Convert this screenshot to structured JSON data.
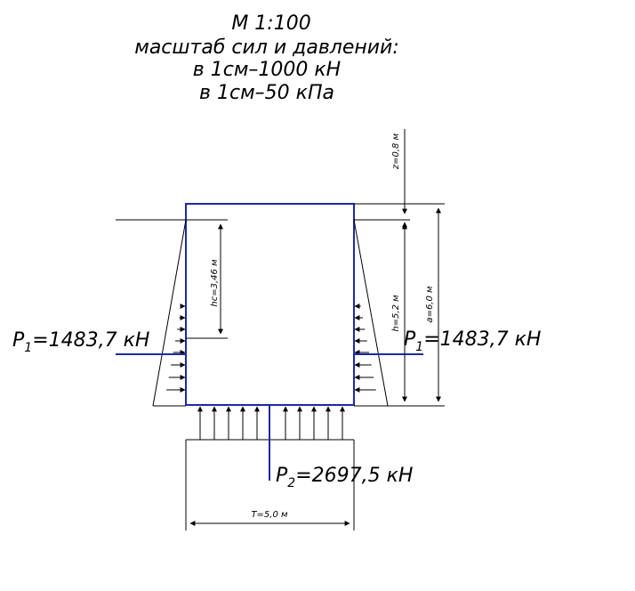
{
  "title": {
    "scale": "М 1:100",
    "subtitle": "масштаб сил и давлений:",
    "force_scale": "в 1см–1000 кН",
    "pressure_scale": "в 1см–50 кПа"
  },
  "labels": {
    "p1_left_sym": "P",
    "p1_left_sub": "1",
    "p1_left_val": "=1483,7 кН",
    "p1_right_sym": "P",
    "p1_right_sub": "1",
    "p1_right_val": "=1483,7 кН",
    "p2_sym": "P",
    "p2_sub": "2",
    "p2_val": "=2697,5 кН",
    "z": "z=0,8 м",
    "a": "a=6,0 м",
    "h": "h=5,2 м",
    "hc": "hc=3,46 м",
    "t": "T=5,0 м"
  },
  "colors": {
    "structure": "#1c2aa8",
    "lines": "#000000"
  }
}
